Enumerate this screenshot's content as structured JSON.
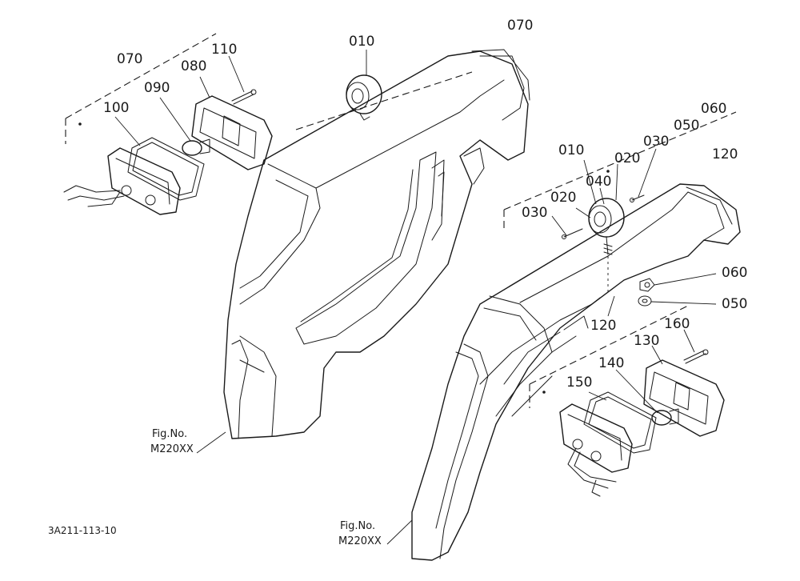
{
  "diagram": {
    "drawing_id": "3A211-113-10",
    "fig_refs": [
      {
        "line1": "Fig.No.",
        "line2": "M220XX"
      },
      {
        "line1": "Fig.No.",
        "line2": "M220XX"
      }
    ],
    "callouts": {
      "left_070": "070",
      "left_110": "110",
      "left_080": "080",
      "left_090": "090",
      "left_100": "100",
      "top_010": "010",
      "top_070": "070",
      "r_060_top": "060",
      "r_050_top": "050",
      "r_010": "010",
      "r_030_top": "030",
      "r_020_top": "020",
      "r_040": "040",
      "r_020_mid": "020",
      "r_030_mid": "030",
      "r_120_top": "120",
      "r_060_mid": "060",
      "r_050_mid": "050",
      "r_120_mid": "120",
      "r_160": "160",
      "r_130": "130",
      "r_140": "140",
      "r_150": "150"
    }
  }
}
